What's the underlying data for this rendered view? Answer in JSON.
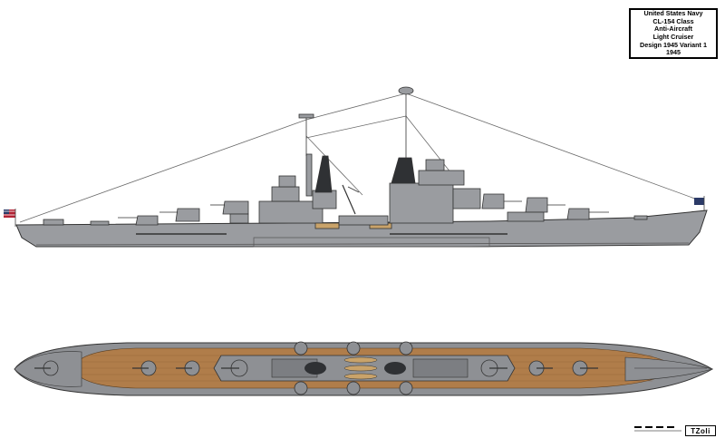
{
  "title_block": {
    "line1": "United States Navy",
    "line2": "CL-154 Class",
    "line3": "Anti-Aircraft",
    "line4": "Light Cruiser",
    "line5": "Design 1945 Variant 1",
    "line6": "1945"
  },
  "artist_signature": "TZoli",
  "colors": {
    "hull_gray": "#9a9ca0",
    "deck_wood": "#b07d4a",
    "waterline": "#6e7074",
    "flag_us": "#b22234",
    "jack_blue": "#2b3a67"
  }
}
